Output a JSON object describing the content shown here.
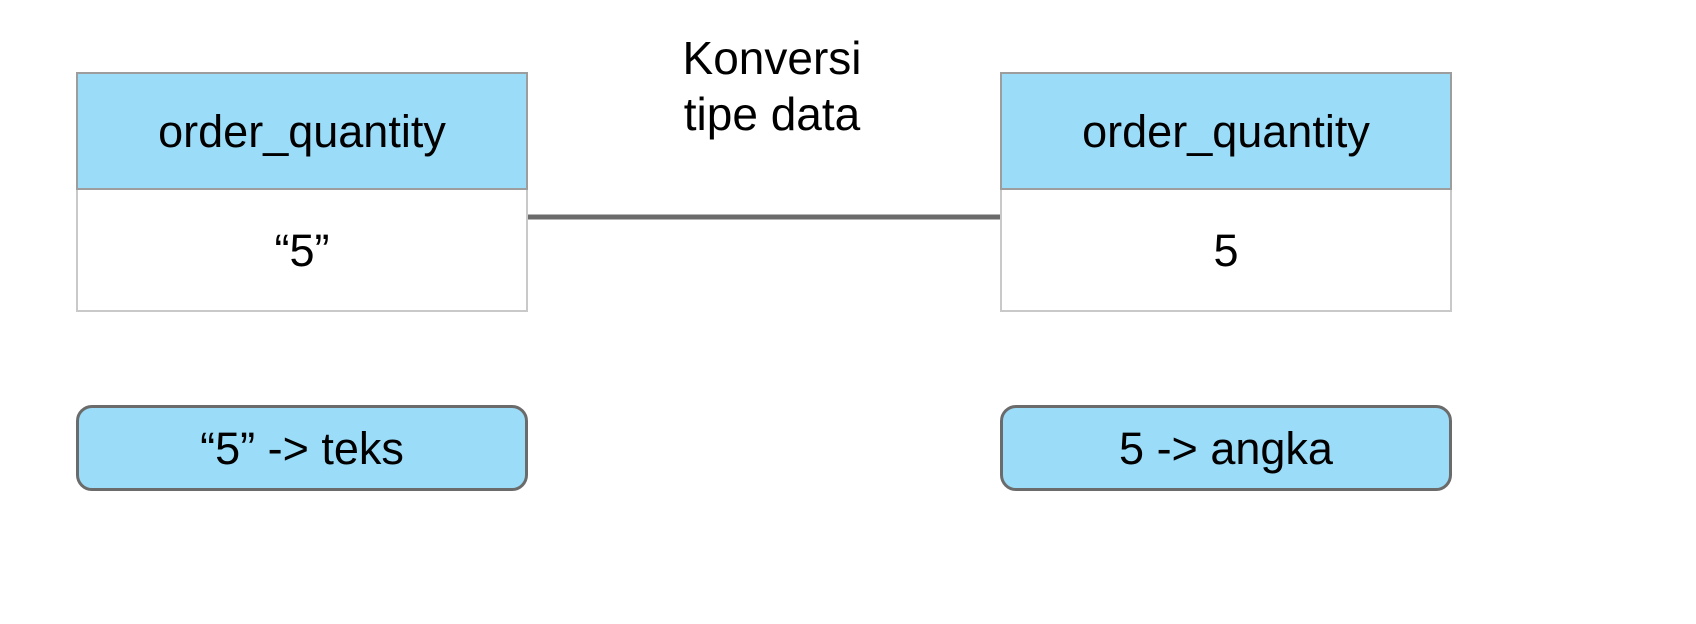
{
  "diagram": {
    "title_caption": "Konversi\ntipe data",
    "source": {
      "header": "order_quantity",
      "value": "“5”",
      "legend": "“5” -> teks"
    },
    "target": {
      "header": "order_quantity",
      "value": "5",
      "legend": "5 -> angka"
    },
    "arrow": {
      "icon": "right-arrow-icon",
      "color": "#6b6b6b"
    },
    "colors": {
      "header_fill": "#9bdcf8",
      "header_border": "#9d9d9d",
      "cell_fill": "#ffffff",
      "cell_border": "#c9c9c9",
      "pill_fill": "#9bdcf8",
      "pill_border": "#6b6b6b",
      "text": "#000000",
      "background": "#ffffff"
    }
  }
}
